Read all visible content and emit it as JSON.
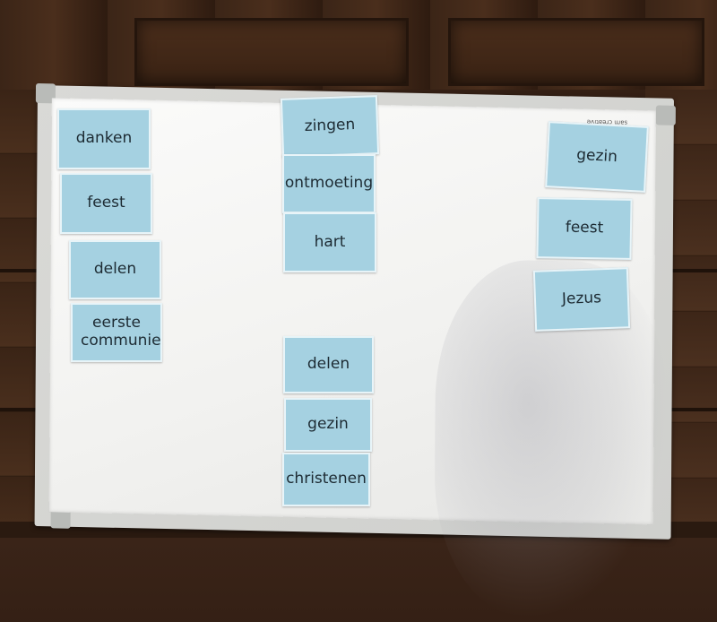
{
  "board": {
    "brand": "sam creative"
  },
  "cards": {
    "left": [
      "danken",
      "feest",
      "delen",
      "eerste communie"
    ],
    "middle_top": [
      "zingen",
      "ontmoeting",
      "hart"
    ],
    "middle_bottom": [
      "delen",
      "gezin",
      "christenen"
    ],
    "right": [
      "gezin",
      "feest",
      "Jezus"
    ]
  },
  "colors": {
    "card": "#a5d1e1",
    "board": "#f5f5f3",
    "wood": "#3a2418"
  }
}
